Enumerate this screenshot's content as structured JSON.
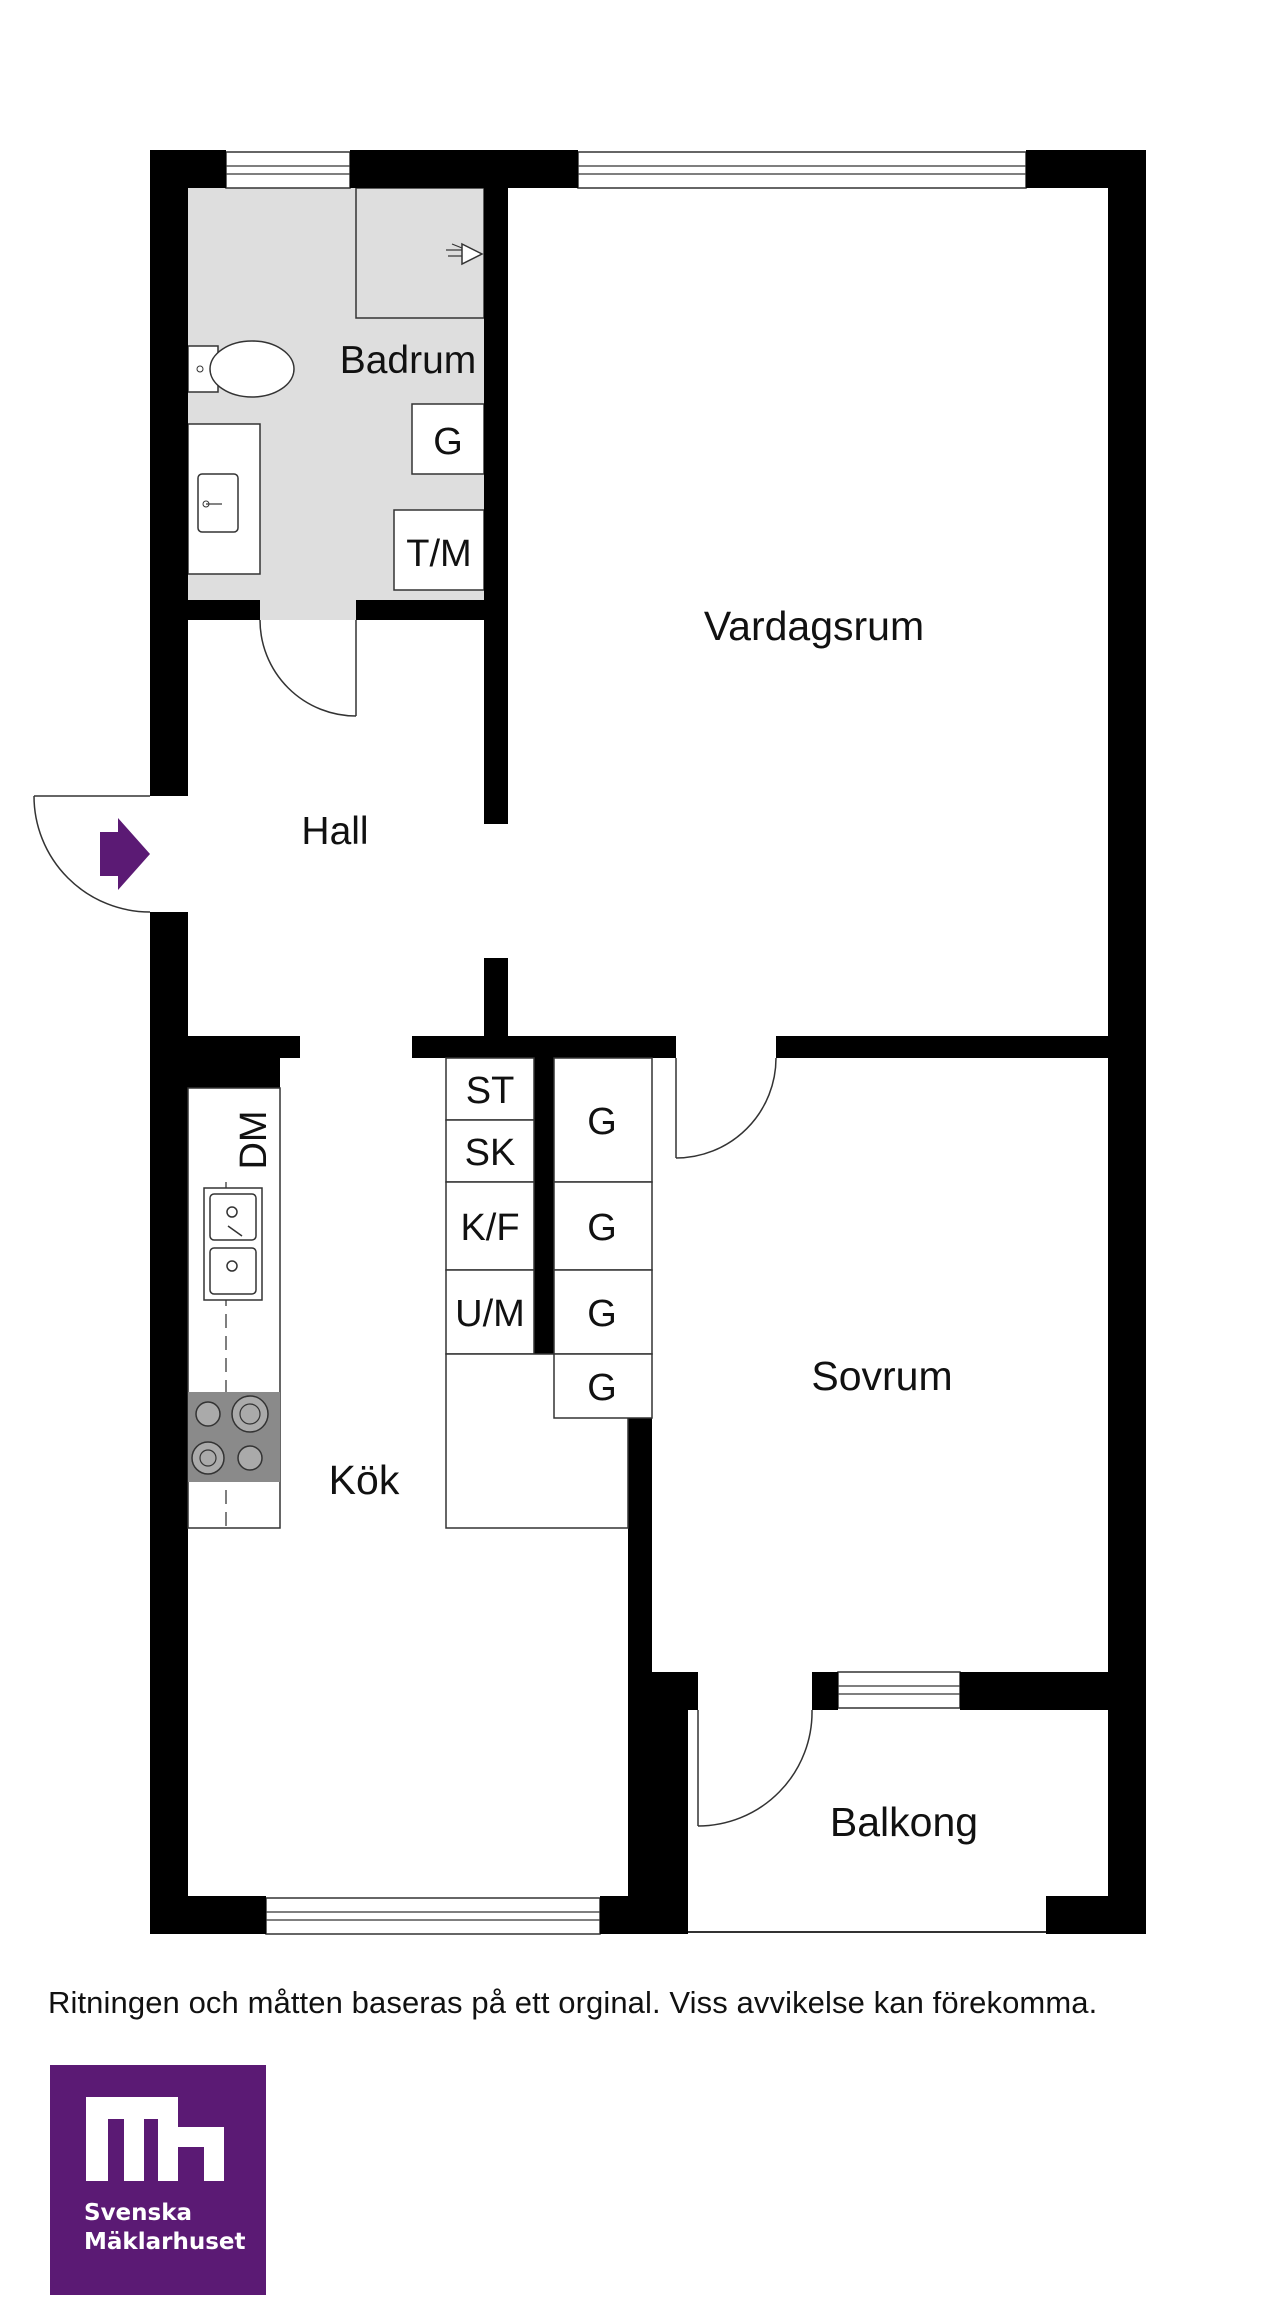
{
  "rooms": {
    "badrum": "Badrum",
    "vardagsrum": "Vardagsrum",
    "hall": "Hall",
    "kok": "Kök",
    "sovrum": "Sovrum",
    "balkong": "Balkong"
  },
  "fixtures": {
    "badrum_g": "G",
    "tm": "T/M",
    "dm": "DM",
    "st": "ST",
    "sk": "SK",
    "kf": "K/F",
    "um": "U/M",
    "wardrobe_1": "G",
    "wardrobe_2": "G",
    "wardrobe_3": "G",
    "wardrobe_4": "G"
  },
  "disclaimer": "Ritningen och måtten baseras på ett orginal. Viss avvikelse kan förekomma.",
  "logo": {
    "line1": "Svenska",
    "line2": "Mäklarhuset"
  },
  "colors": {
    "wall": "#000000",
    "bathroom_floor": "#dedede",
    "entrance_arrow": "#5b1a74",
    "brand": "#5b1a74",
    "stove": "#8a8a8a"
  },
  "icons": {
    "entrance": "entrance-arrow-icon",
    "toilet": "toilet-icon",
    "sink": "sink-icon",
    "kitchen_sink": "double-sink-icon",
    "stove": "stove-icon",
    "shower": "shower-icon"
  }
}
